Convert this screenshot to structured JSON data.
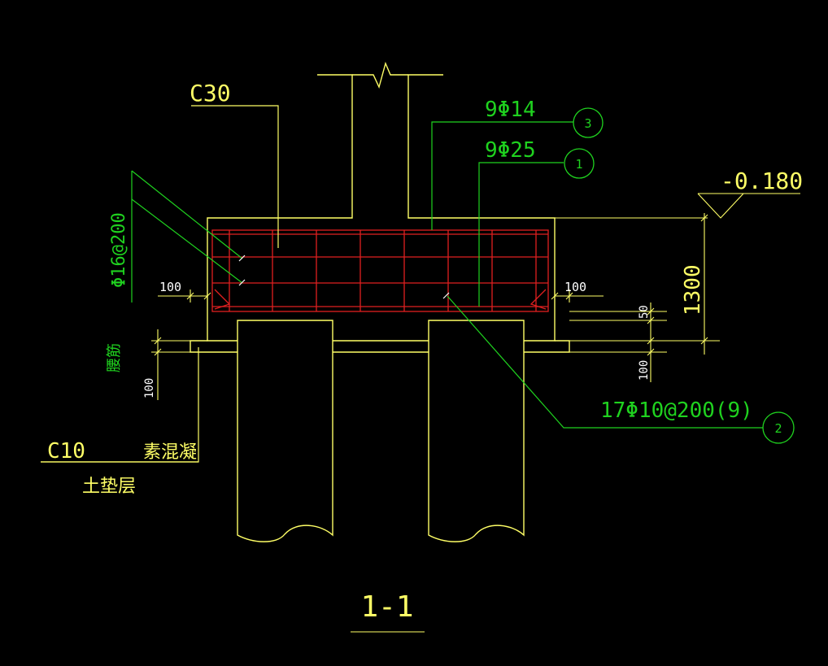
{
  "colors": {
    "background": "#000000",
    "concrete": "#FFFF66",
    "rebar": "#E02020",
    "annotation": "#1FD21F",
    "dimension": "#FFFF66"
  },
  "labels": {
    "concrete_grade": "C30",
    "top_bars": "9Φ14",
    "bottom_bars": "9Φ25",
    "stirrups": "17Φ10@200(9)",
    "side_bars": "Φ16@200",
    "side_bars_note": "腰筋",
    "elevation": "-0.180",
    "cushion_grade": "C10",
    "cushion_material": "素混凝",
    "cushion_layer": "土垫层",
    "section_title": "1-1"
  },
  "callouts": {
    "top_bars": "3",
    "bottom_bars": "1",
    "stirrups": "2"
  },
  "dimensions": {
    "cover_left": "100",
    "cover_right": "100",
    "depth": "1300",
    "pile_embed": "50",
    "cushion_right": "100",
    "cushion_left": "100"
  }
}
